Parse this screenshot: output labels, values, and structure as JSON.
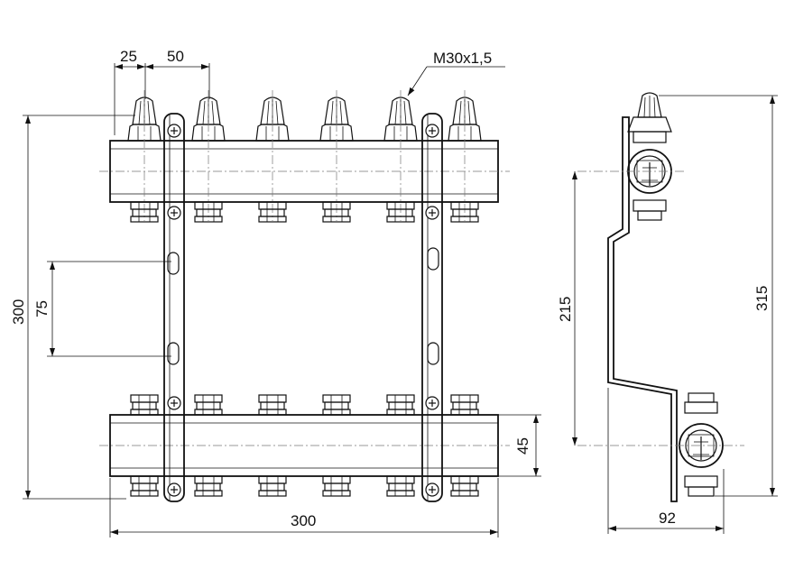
{
  "dimensions": {
    "top_pitch_a": "25",
    "top_pitch_b": "50",
    "thread": "M30x1,5",
    "height_total": "300",
    "rail_slot": "75",
    "bottom_width": "300",
    "bar_height": "45",
    "side_axis": "215",
    "side_height": "315",
    "side_depth": "92"
  }
}
